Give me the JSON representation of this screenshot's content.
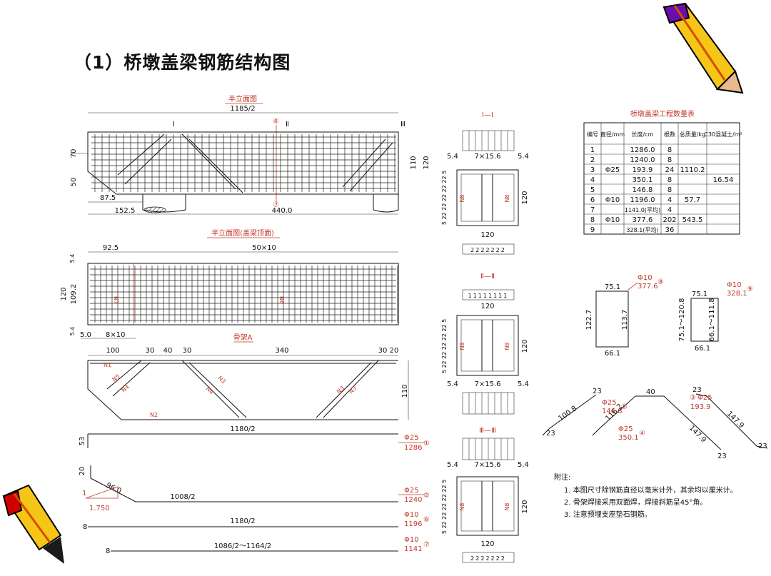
{
  "title": "（1）桥墩盖梁钢筋结构图",
  "elevation": {
    "caption": "半立面图",
    "total_len": "1185/2",
    "marker_I": "I",
    "marker_II": "Ⅱ",
    "marker_III": "Ⅲ",
    "circle6": "⑥",
    "circle7": "⑦",
    "dim_70": "70",
    "dim_50": "50",
    "dim_110": "110",
    "dim_120": "120",
    "dim_87": "87.5",
    "dim_152": "152.5",
    "dim_440": "440.0"
  },
  "plan": {
    "caption": "半立面图(盖梁顶面)",
    "dim_92": "92.5",
    "dim_50x10": "50×10",
    "dim_54a": "5.4",
    "dim_120": "120",
    "dim_109": "109.2",
    "dim_54b": "5.4",
    "dim_50": "5.0",
    "dim_8x10": "8×10",
    "label_n7": "N7",
    "label_n6": "N6"
  },
  "skeleton": {
    "caption": "骨架A",
    "dims_top": [
      "100",
      "30",
      "40",
      "30",
      "340",
      "30",
      "20"
    ],
    "dim_110": "110",
    "labels": [
      "N1",
      "N5",
      "N4",
      "N4",
      "N3",
      "N3",
      "N3",
      "N2"
    ]
  },
  "bars": [
    {
      "len": "1180/2",
      "left": "53",
      "dia": "Φ25",
      "num": "1286",
      "mark": "①"
    },
    {
      "len": "1008/2",
      "left": "20",
      "extra": "96.0",
      "slope": "1",
      "slope2": "1.750",
      "dia": "Φ25",
      "num": "1240",
      "mark": "②"
    },
    {
      "len": "1180/2",
      "left": "8",
      "dia": "Φ10",
      "num": "1196",
      "mark": "⑥"
    },
    {
      "len": "1086/2～1164/2",
      "left": "8",
      "dia": "Φ10",
      "num": "1141",
      "mark": "⑦"
    }
  ],
  "sections": {
    "s1": {
      "title": "Ⅰ—Ⅰ",
      "spacing": "7×15.6",
      "edge": "5.4",
      "width": "120",
      "height": "120",
      "left_dims": "5 22 22 22 22 22 5",
      "bottom": "2222222",
      "n8": "N8"
    },
    "s2": {
      "title": "Ⅱ—Ⅱ",
      "top": "11111111",
      "width": "120",
      "spacing": "7×15.6",
      "edge": "5.4",
      "height": "120",
      "left_dims": "5 22 22 22 22 22 5",
      "n8": "N8"
    },
    "s3": {
      "title": "Ⅲ—Ⅲ",
      "spacing": "7×15.6",
      "edge": "5.4",
      "width": "120",
      "height": "120",
      "left_dims": "5 22 22 22 22 22 5",
      "bottom": "2222222",
      "n8": "N8"
    }
  },
  "table": {
    "caption": "桥墩盖梁工程数量表",
    "headers": [
      "编号",
      "直径/mm",
      "长度/cm",
      "根数",
      "总质量/kg",
      "C30混凝土/m³"
    ],
    "rows": [
      [
        "1",
        "",
        "1286.0",
        "8",
        "",
        ""
      ],
      [
        "2",
        "",
        "1240.0",
        "8",
        "",
        ""
      ],
      [
        "3",
        "Φ25",
        "193.9",
        "24",
        "1110.2",
        ""
      ],
      [
        "4",
        "",
        "350.1",
        "8",
        "",
        "16.54"
      ],
      [
        "5",
        "",
        "146.8",
        "8",
        "",
        ""
      ],
      [
        "6",
        "Φ10",
        "1196.0",
        "4",
        "57.7",
        ""
      ],
      [
        "7",
        "",
        "1141.0(平均)",
        "4",
        "",
        ""
      ],
      [
        "8",
        "Φ10",
        "377.6",
        "202",
        "543.5",
        ""
      ],
      [
        "9",
        "",
        "328.1(平均)",
        "36",
        "",
        ""
      ]
    ]
  },
  "stirrups": {
    "s8": {
      "top": "75.1",
      "left": "122.7",
      "right": "113.7",
      "bottom": "66.1",
      "dia": "Φ10",
      "len": "377.6",
      "mark": "⑧"
    },
    "s9": {
      "top": "75.1",
      "left": "75.1～120.8",
      "right": "66.1～111.8",
      "bottom": "66.1",
      "dia": "Φ10",
      "len": "328.1",
      "mark": "⑨"
    }
  },
  "bent": {
    "d23a": "23",
    "d100": "100.8",
    "d23b": "23",
    "d116": "116.2",
    "d40": "40",
    "d147a": "147.9",
    "d23c": "23",
    "d147b": "147.9",
    "d23d": "23",
    "d23e": "23",
    "b5": {
      "dia": "Φ25",
      "len": "146.8",
      "mark": "⑤"
    },
    "b4": {
      "dia": "Φ25",
      "len": "350.1",
      "mark": "④"
    },
    "b3": {
      "dia": "Φ25",
      "len": "193.9",
      "mark": "③"
    }
  },
  "notes": {
    "head": "附注:",
    "items": [
      "1. 本图尺寸除钢筋直径以毫米计外，其余均以厘米计。",
      "2. 骨架焊接采用双面焊，焊接斜筋呈45°角。",
      "3. 注意预埋支座垫石钢筋。"
    ]
  },
  "colors": {
    "accent": "#c0392b",
    "pencil_body": "#f5c518",
    "pencil_tip": "#1a1a1a",
    "pencil_band": "#6a0dad"
  }
}
